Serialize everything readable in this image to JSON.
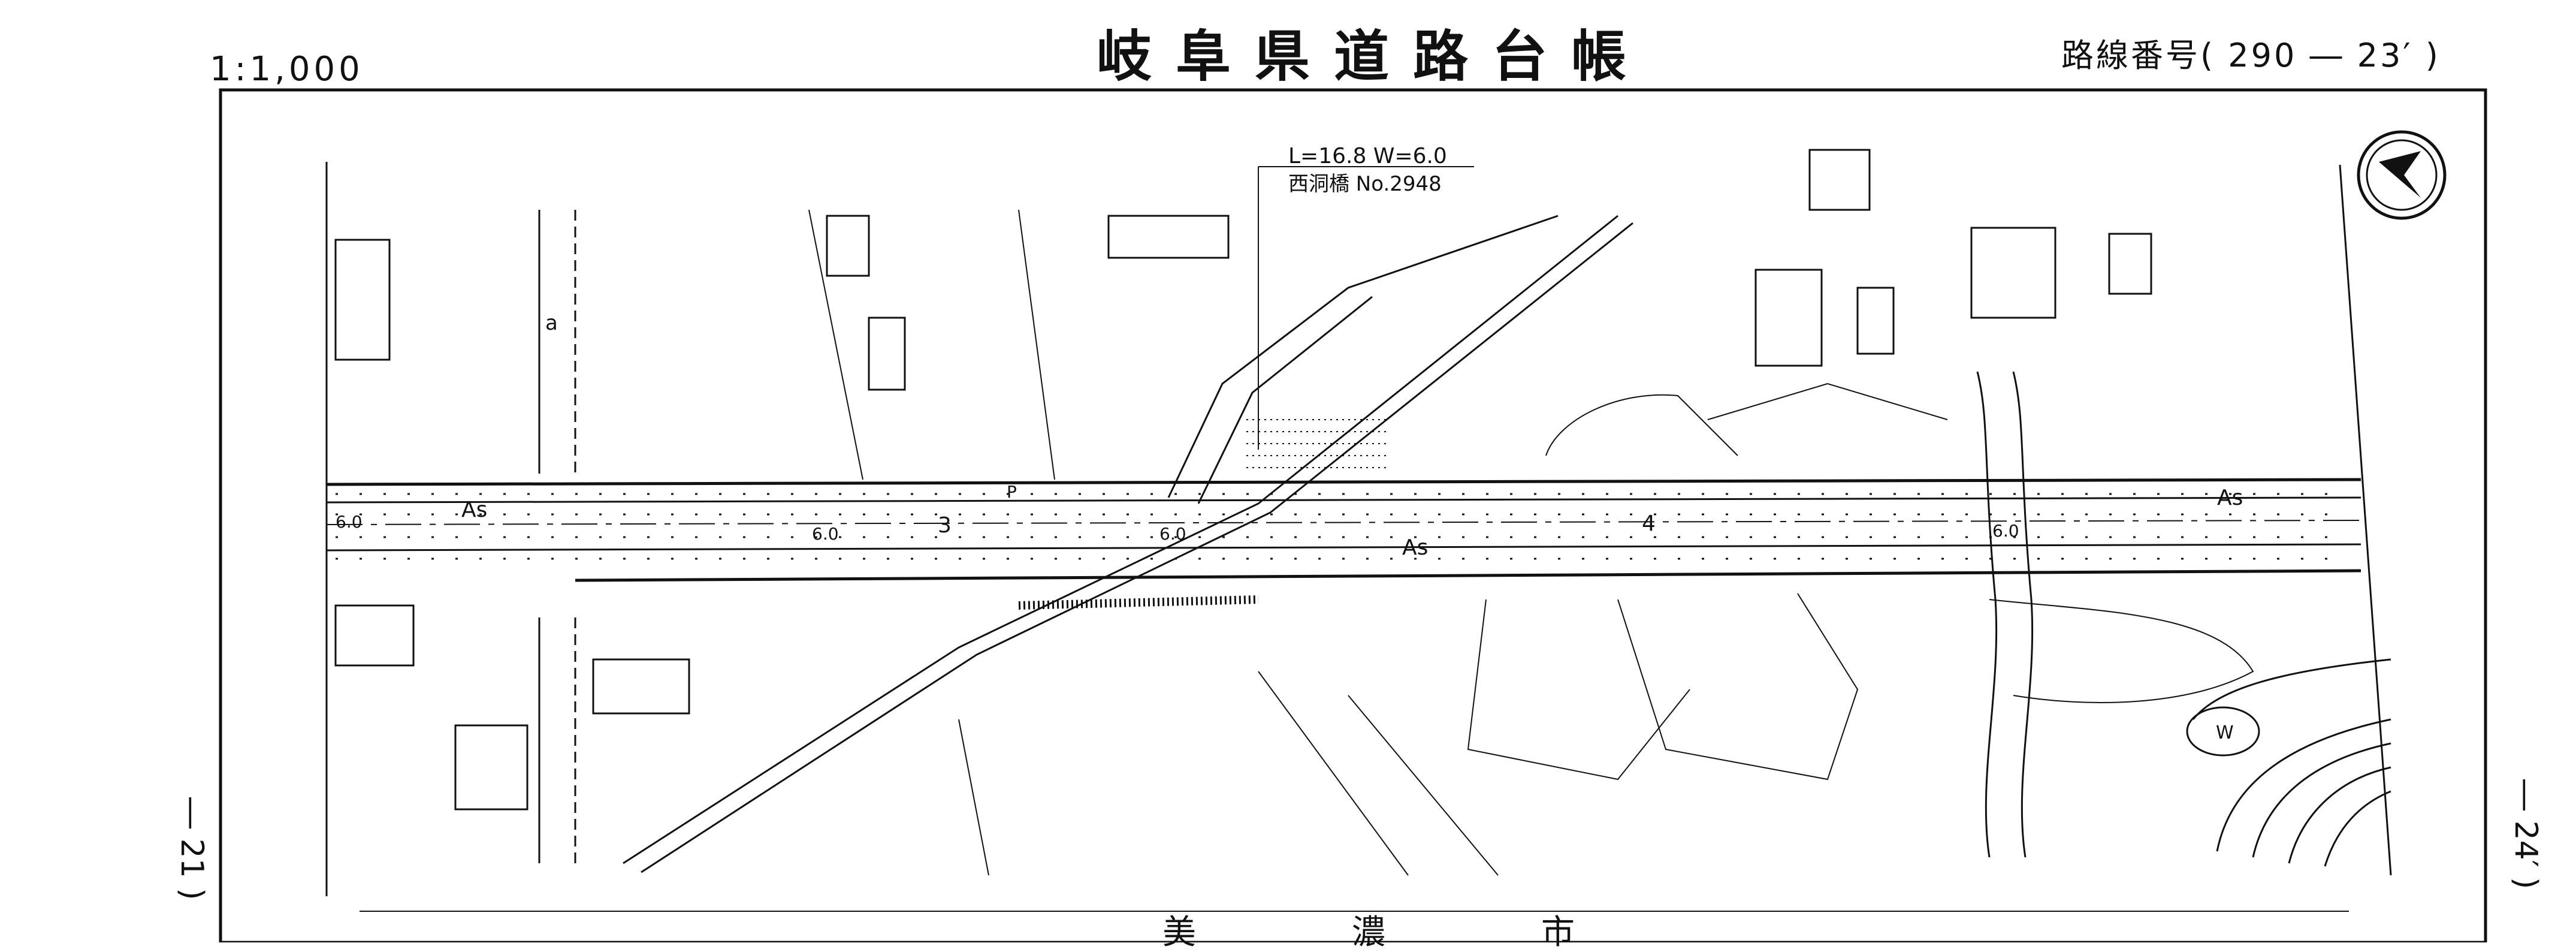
{
  "header": {
    "scale": "1:1,000",
    "title": "岐阜県道路台帳",
    "route_number": "路線番号( 290 ― 23′ )"
  },
  "sheet_refs": {
    "left": "― 21 )",
    "right": "― 24′ )"
  },
  "bridge": {
    "dimensions": "L=16.8 W=6.0",
    "name": "西洞橋 No.2948"
  },
  "road_labels": {
    "surface_top": "As",
    "surface_mid": "As",
    "surface_right": "As",
    "width_a": "6.0",
    "width_b": "6.0",
    "width_c": "6.0",
    "width_d": "6.0",
    "station_3": "3",
    "station_4": "4",
    "pole": "P",
    "curb_a": "a",
    "water": "W"
  },
  "footer": {
    "city": "美濃市"
  },
  "icons": {
    "north_arrow": "north-arrow-icon"
  }
}
